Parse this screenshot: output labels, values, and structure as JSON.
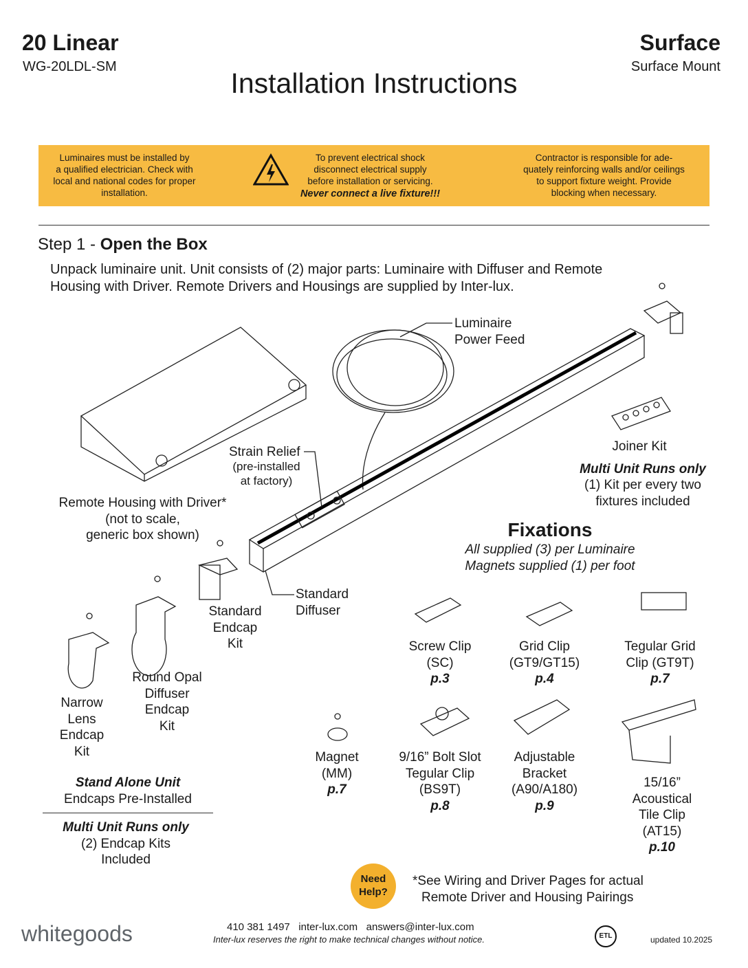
{
  "header": {
    "product": "20 Linear",
    "model": "WG-20LDL-SM",
    "title": "Installation Instructions",
    "mount_type": "Surface",
    "mount_subtitle": "Surface Mount"
  },
  "warnings": {
    "left": [
      "Luminaires must be installed by",
      "a qualified electrician.  Check with",
      "local and national codes for proper",
      "installation."
    ],
    "center": [
      "To prevent electrical shock",
      "disconnect electrical supply",
      "before installation or servicing."
    ],
    "center_emphasis": "Never connect a live fixture!!!",
    "right": [
      "Contractor is responsible for ade-",
      "quately reinforcing walls and/or ceilings",
      "to support  fixture weight. Provide",
      "blocking when necessary."
    ],
    "icon": "electrical-hazard-icon",
    "color": "#f7bb42"
  },
  "step": {
    "prefix": "Step 1 - ",
    "title": "Open the Box",
    "body": [
      "Unpack luminaire unit.  Unit consists of (2) major parts: Luminaire with Diffuser and Remote",
      "Housing with Driver.  Remote Drivers and Housings are supplied by Inter-lux."
    ]
  },
  "labels": {
    "power_feed": [
      "Luminaire",
      "Power Feed"
    ],
    "strain_relief": "Strain Relief",
    "strain_relief_note": [
      "(pre-installed",
      "at factory)"
    ],
    "remote_housing": [
      "Remote Housing with Driver*",
      "(not to scale,",
      "generic box shown)"
    ],
    "joiner_kit": "Joiner Kit",
    "joiner_multi": "Multi Unit Runs only",
    "joiner_note": [
      "(1) Kit per every two",
      "fixtures included"
    ],
    "standard_endcap": [
      "Standard",
      "Endcap",
      "Kit"
    ],
    "standard_diffuser": [
      "Standard",
      "Diffuser"
    ],
    "round_opal": [
      "Round Opal",
      "Diffuser",
      "Endcap",
      "Kit"
    ],
    "narrow_lens": [
      "Narrow",
      "Lens",
      "Endcap",
      "Kit"
    ],
    "stand_alone": "Stand Alone Unit",
    "stand_alone_note": "Endcaps Pre-Installed",
    "multi_runs": "Multi Unit Runs only",
    "multi_runs_note": [
      "(2) Endcap Kits",
      "Included"
    ]
  },
  "fixations": {
    "title": "Fixations",
    "notes": [
      "All supplied (3) per Luminaire",
      "Magnets supplied (1) per foot"
    ],
    "items": [
      {
        "name": [
          "Screw Clip",
          "(SC)"
        ],
        "page": "p.3"
      },
      {
        "name": [
          "Grid Clip",
          "(GT9/GT15)"
        ],
        "page": "p.4"
      },
      {
        "name": [
          "Tegular Grid",
          "Clip (GT9T)"
        ],
        "page": "p.7"
      },
      {
        "name": [
          "Magnet",
          "(MM)"
        ],
        "page": "p.7"
      },
      {
        "name": [
          "9/16” Bolt Slot",
          "Tegular Clip",
          "(BS9T)"
        ],
        "page": "p.8"
      },
      {
        "name": [
          "Adjustable",
          "Bracket",
          "(A90/A180)"
        ],
        "page": "p.9"
      },
      {
        "name": [
          "15/16”",
          "Acoustical",
          "Tile Clip",
          "(AT15)"
        ],
        "page": "p.10"
      }
    ]
  },
  "help": {
    "badge": [
      "Need",
      "Help?"
    ],
    "note": [
      "*See Wiring and Driver Pages for actual",
      "Remote Driver and Housing Pairings"
    ]
  },
  "footer": {
    "brand": "whitegoods",
    "phone": "410 381 1497",
    "website": "inter-lux.com",
    "email": "answers@inter-lux.com",
    "disclaimer": "Inter-lux reserves the right to make technical changes without notice.",
    "cert": "ETL",
    "updated": "updated 10.2025"
  }
}
